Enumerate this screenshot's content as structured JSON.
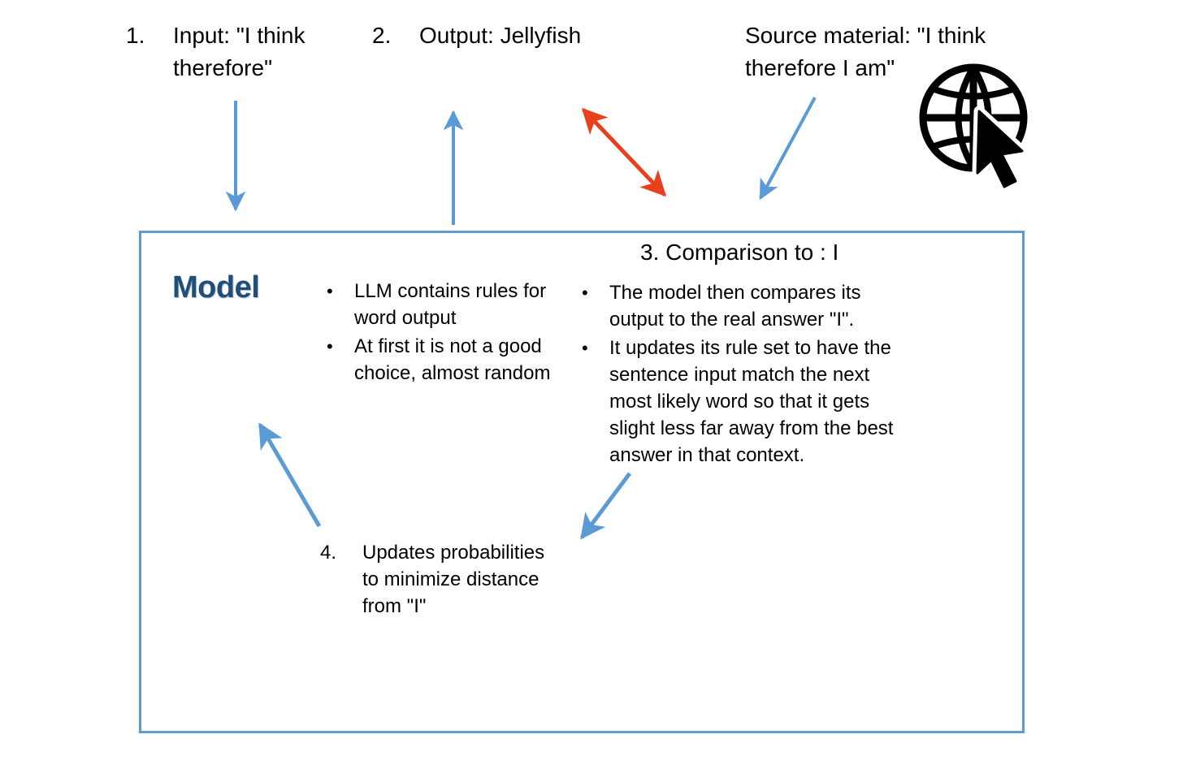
{
  "colors": {
    "arrow_blue": "#5B9BD5",
    "arrow_red": "#E8401C",
    "box_border": "#5B9BD5",
    "model_title": "#1F4E79",
    "text": "#000000",
    "background": "#FFFFFF"
  },
  "top_labels": [
    {
      "number": "1.",
      "text": "Input: \"I think therefore\""
    },
    {
      "number": "2.",
      "text": "Output: Jellyfish"
    },
    {
      "number": "",
      "text": "Source material: \"I think therefore I am\""
    }
  ],
  "icons": {
    "globe": "globe-with-cursor-icon"
  },
  "model_box": {
    "title": "Model",
    "left_bullets": [
      "LLM contains rules for word output",
      "At first it is not a good choice, almost random"
    ],
    "comparison_heading": "3. Comparison to : I",
    "right_bullets": [
      "The model then compares its output to the real answer \"I\".",
      "It updates its rule set to have the sentence input match the next most likely word so that it gets slight less far away from the best answer in that context."
    ],
    "item4": {
      "number": "4.",
      "text": "Updates probabilities to minimize distance from \"I\""
    },
    "bullet_glyph": "•"
  },
  "arrows": [
    {
      "name": "input-arrow",
      "direction": "down",
      "color": "#5B9BD5"
    },
    {
      "name": "output-arrow",
      "direction": "up",
      "color": "#5B9BD5"
    },
    {
      "name": "comparison-arrow",
      "direction": "bidirectional",
      "color": "#E8401C"
    },
    {
      "name": "source-arrow",
      "direction": "down-left",
      "color": "#5B9BD5"
    },
    {
      "name": "update-arrow",
      "direction": "down-left",
      "color": "#5B9BD5"
    },
    {
      "name": "feedback-arrow",
      "direction": "up-left",
      "color": "#5B9BD5"
    }
  ]
}
